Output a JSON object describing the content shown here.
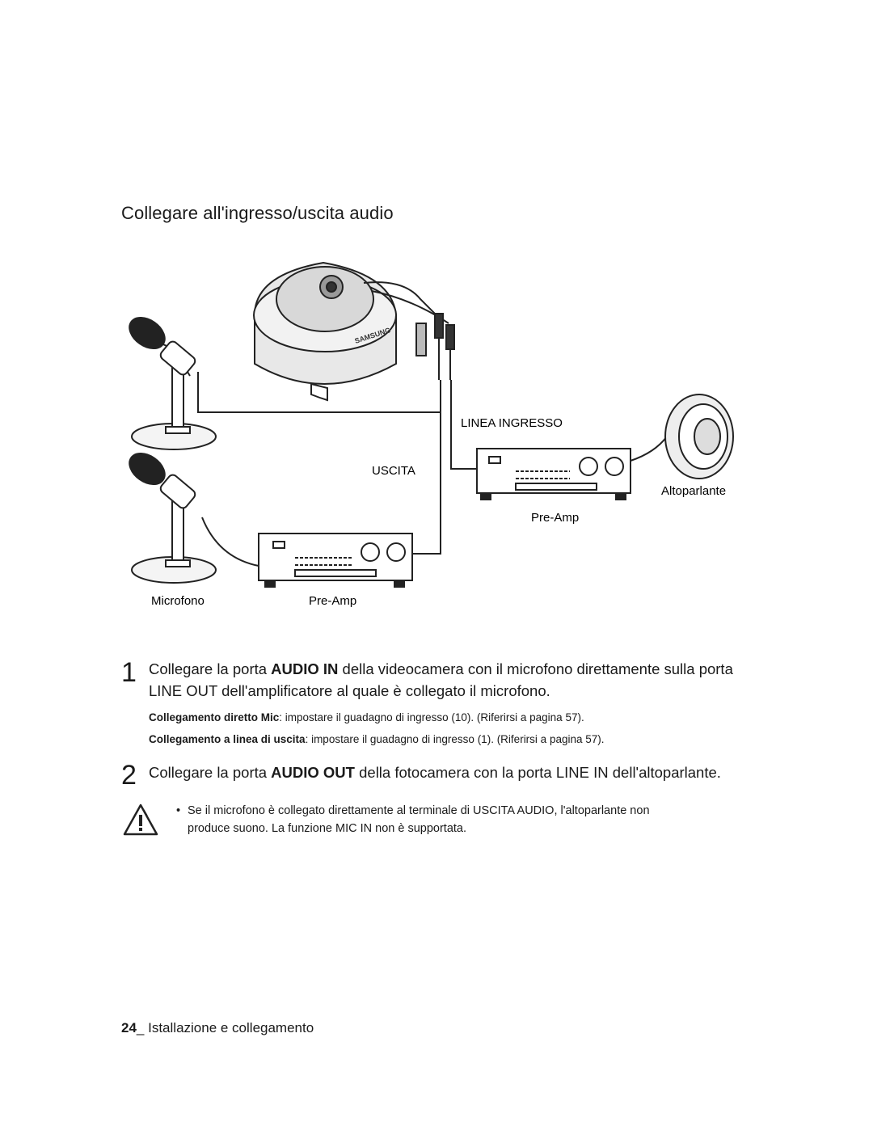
{
  "section": {
    "title": "Collegare all'ingresso/uscita audio"
  },
  "diagram": {
    "labels": {
      "line_in": "LINEA INGRESSO",
      "output": "USCITA",
      "speaker": "Altoparlante",
      "preamp_top": "Pre-Amp",
      "microphone": "Microfono",
      "preamp_bottom": "Pre-Amp"
    },
    "brand_text": "SAMSUNG"
  },
  "steps": [
    {
      "number": "1",
      "text_1": "Collegare la porta ",
      "bold_1": "AUDIO IN",
      "text_2": " della videocamera con il microfono direttamente sulla porta",
      "text_3": "LINE OUT dell'amplificatore al quale è collegato il microfono.",
      "sub": [
        {
          "bold": "Collegamento diretto Mic",
          "text": ": impostare il guadagno di ingresso (10). (Riferirsi a pagina 57)."
        },
        {
          "bold": "Collegamento a linea di uscita",
          "text": ": impostare il guadagno di ingresso (1). (Riferirsi a pagina 57)."
        }
      ]
    },
    {
      "number": "2",
      "text_1": "Collegare la porta ",
      "bold_1": "AUDIO OUT",
      "text_2": " della fotocamera con la porta LINE IN dell'altoparlante."
    }
  ],
  "note": {
    "bullet": "•",
    "line_1": "Se il microfono è collegato direttamente al terminale di USCITA AUDIO, l'altoparlante non",
    "line_2": "produce suono. La funzione MIC IN non è supportata."
  },
  "footer": {
    "page_number": "24",
    "separator": "_ ",
    "section_name": "Istallazione e collegamento"
  }
}
